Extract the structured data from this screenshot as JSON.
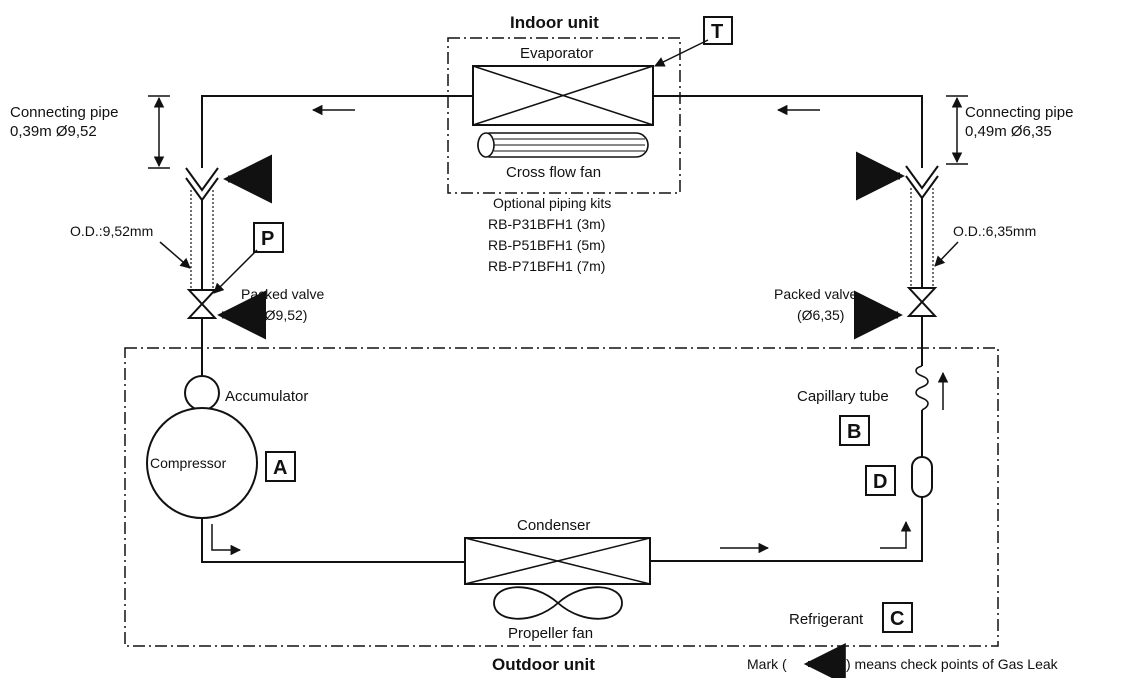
{
  "units": {
    "indoor": "Indoor unit",
    "outdoor": "Outdoor unit"
  },
  "components": {
    "evaporator": "Evaporator",
    "cross_flow_fan": "Cross flow fan",
    "condenser": "Condenser",
    "propeller_fan": "Propeller fan",
    "accumulator": "Accumulator",
    "compressor": "Compressor",
    "capillary_tube": "Capillary tube",
    "refrigerant": "Refrigerant"
  },
  "piping_kits": {
    "title": "Optional piping kits",
    "items": [
      "RB-P31BFH1 (3m)",
      "RB-P51BFH1 (5m)",
      "RB-P71BFH1 (7m)"
    ]
  },
  "left_side": {
    "pipe_label": "Connecting pipe",
    "pipe_spec": "0,39m Ø9,52",
    "od": "O.D.:9,52mm",
    "valve_label": "Packed valve",
    "valve_spec": "(Ø9,52)"
  },
  "right_side": {
    "pipe_label": "Connecting pipe",
    "pipe_spec": "0,49m Ø6,35",
    "od": "O.D.:6,35mm",
    "valve_label": "Packed valve",
    "valve_spec": "(Ø6,35)"
  },
  "markers": {
    "T": "T",
    "P": "P",
    "A": "A",
    "B": "B",
    "C": "C",
    "D": "D"
  },
  "legend": {
    "prefix": "Mark (",
    "suffix": ") means check points of Gas Leak"
  }
}
